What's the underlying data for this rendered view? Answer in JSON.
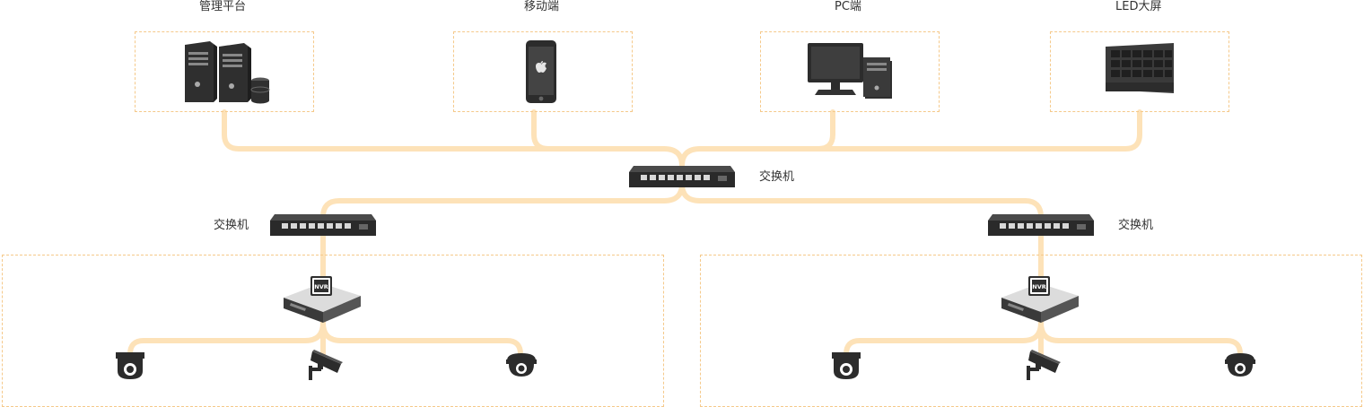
{
  "top_devices": [
    {
      "label": "管理平台",
      "icon": "server-icon"
    },
    {
      "label": "移动端",
      "icon": "smartphone-icon"
    },
    {
      "label": "PC端",
      "icon": "desktop-pc-icon"
    },
    {
      "label": "LED大屏",
      "icon": "led-screen-icon"
    }
  ],
  "core_switch": {
    "label": "交换机",
    "icon": "network-switch-icon"
  },
  "left_switch": {
    "label": "交换机",
    "icon": "network-switch-icon"
  },
  "right_switch": {
    "label": "交换机",
    "icon": "network-switch-icon"
  },
  "nvr_badge": "NVR",
  "colors": {
    "wire": "#fde2b8",
    "box_border": "#f5c98a",
    "device": "#3a3a3a"
  }
}
